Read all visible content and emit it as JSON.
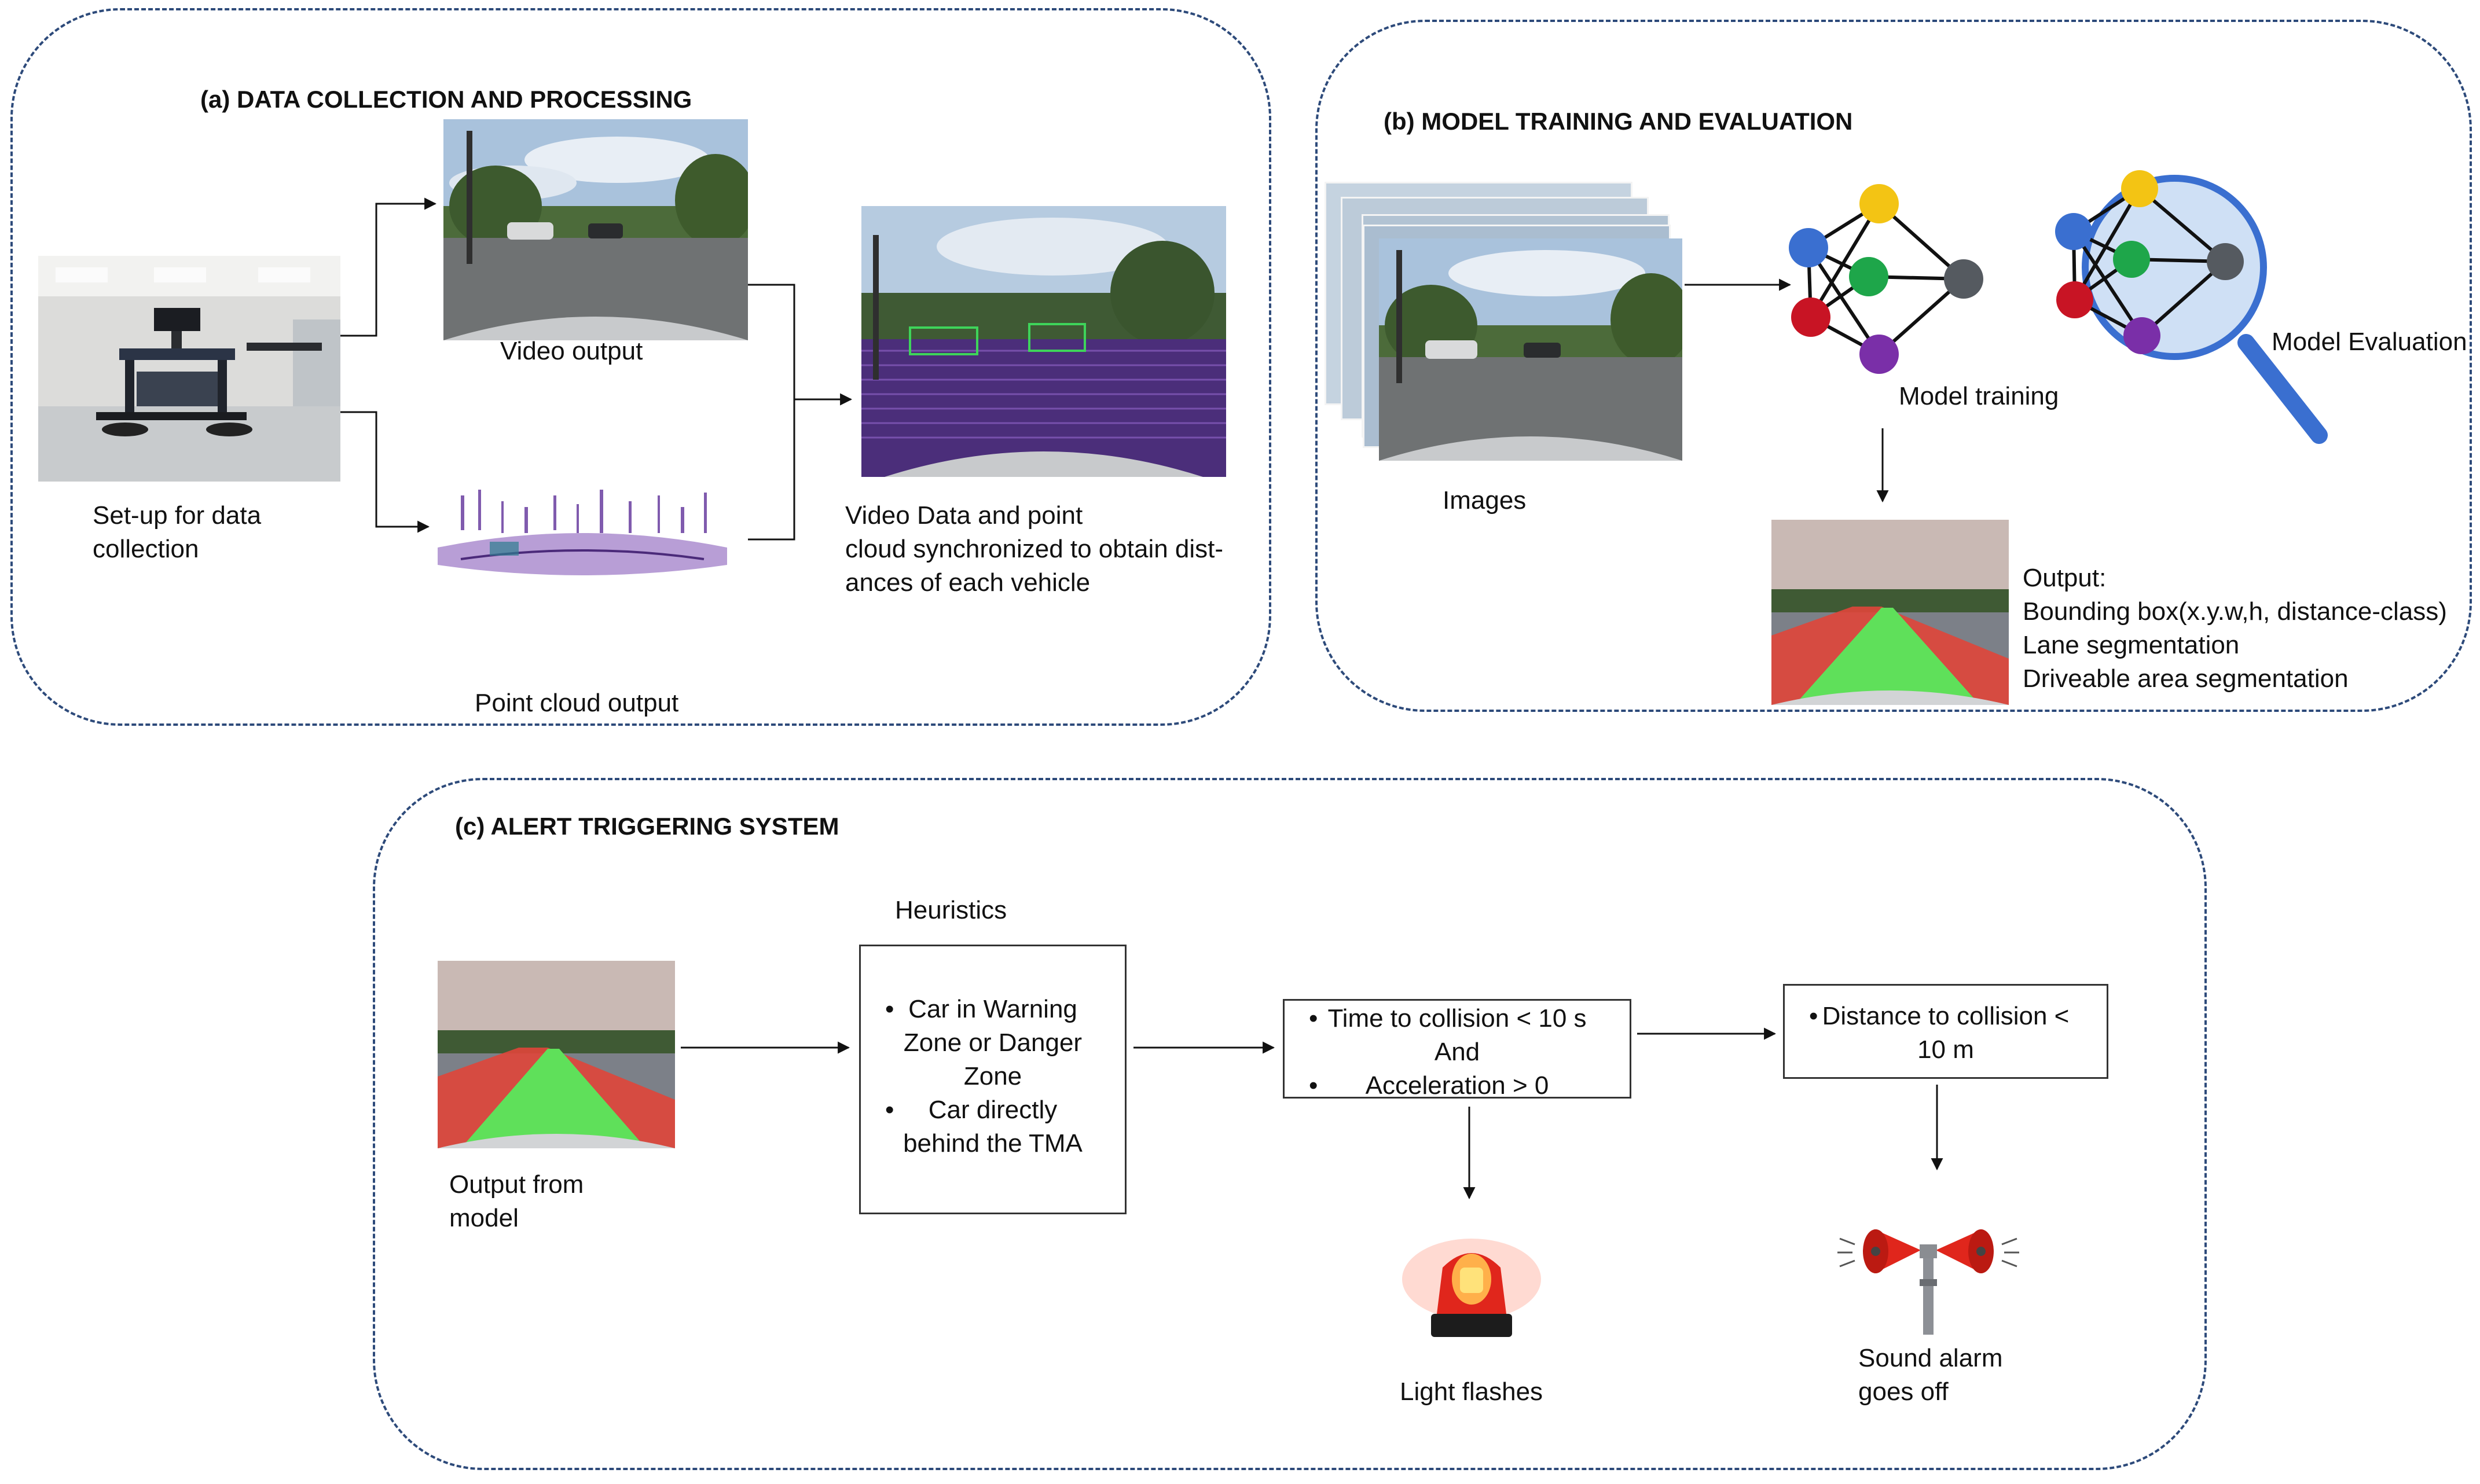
{
  "panels": {
    "a": {
      "title": "(a) DATA COLLECTION AND PROCESSING",
      "setup_label": "Set-up for data\ncollection",
      "video_label": "Video output",
      "pointcloud_label": "Point cloud output",
      "sync_label": "Video Data and point\ncloud  synchronized to obtain dist-\nances of each vehicle"
    },
    "b": {
      "title": "(b) MODEL TRAINING AND EVALUATION",
      "images_label": "Images",
      "training_label": "Model training",
      "evaluation_label": "Model Evaluation",
      "output_lines": [
        "Output:",
        "Bounding box(x.y.w,h, distance-class)",
        "Lane segmentation",
        "Driveable area segmentation"
      ]
    },
    "c": {
      "title": "(c) ALERT TRIGGERING SYSTEM",
      "model_output_label": "Output from\nmodel",
      "heuristics_label": "Heuristics",
      "heuristics_items": [
        "Car in Warning\nZone or Danger\nZone",
        "Car directly\nbehind the TMA"
      ],
      "ttc_items": [
        "Time to collision < 10 s",
        "And",
        "Acceleration > 0"
      ],
      "distance_item": "Distance to collision <\n10 m",
      "light_label": "Light flashes",
      "alarm_label": "Sound alarm\ngoes off"
    }
  },
  "colors": {
    "panel_border": "#2d4a7a",
    "node_blue": "#3a6fd0",
    "node_yellow": "#f3c414",
    "node_green": "#1ea64a",
    "node_red": "#c81424",
    "node_gray": "#555a60",
    "node_purple": "#7a2fa8",
    "drivable_green": "#5fe05a",
    "lane_red": "#e0453a"
  }
}
